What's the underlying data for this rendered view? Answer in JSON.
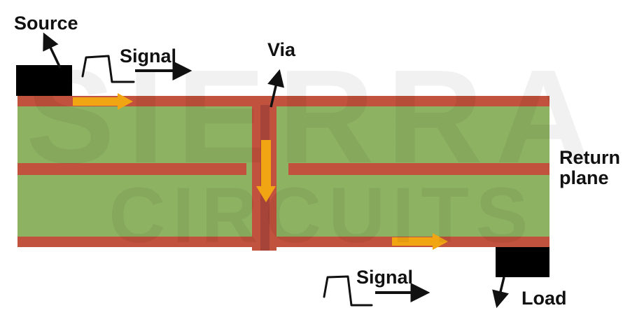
{
  "diagram": {
    "labels": {
      "source": "Source",
      "signal_top": "Signal",
      "via": "Via",
      "return_plane_line1": "Return",
      "return_plane_line2": "plane",
      "signal_bottom": "Signal",
      "load": "Load"
    },
    "watermark": {
      "line1": "SIERRA",
      "line2": "CIRCUITS"
    },
    "icons": {
      "pulse_waveform": "⎍",
      "signal_direction_arrow": "→",
      "via_flow_arrow": "↓"
    },
    "colors": {
      "copper": "#c1523d",
      "via_barrel": "#a7443a",
      "substrate": "#8db262",
      "signal_arrow": "#f2a512",
      "component": "#000000",
      "label_text": "#111111",
      "background": "#ffffff"
    }
  }
}
